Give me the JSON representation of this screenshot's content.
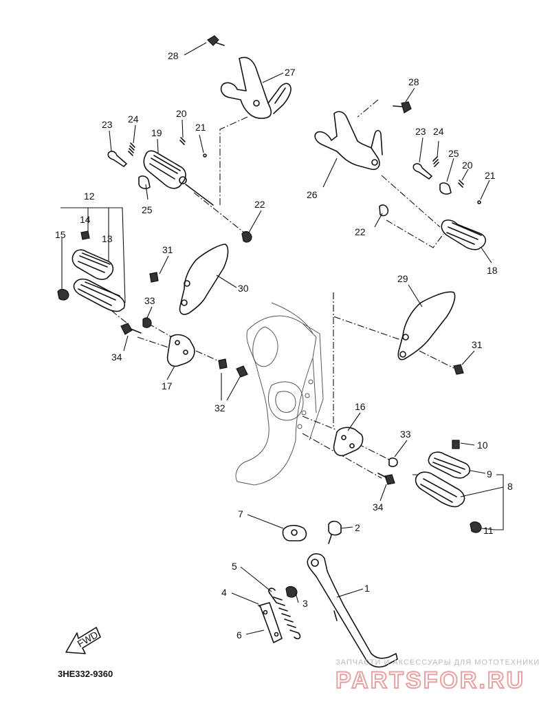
{
  "diagram": {
    "code": "3HE332-9360",
    "fwd_label": "FWD",
    "callouts": [
      {
        "n": "1"
      },
      {
        "n": "2"
      },
      {
        "n": "3"
      },
      {
        "n": "4"
      },
      {
        "n": "5"
      },
      {
        "n": "6"
      },
      {
        "n": "7"
      },
      {
        "n": "8"
      },
      {
        "n": "9"
      },
      {
        "n": "10"
      },
      {
        "n": "11"
      },
      {
        "n": "12"
      },
      {
        "n": "13"
      },
      {
        "n": "14"
      },
      {
        "n": "15"
      },
      {
        "n": "16"
      },
      {
        "n": "17"
      },
      {
        "n": "18"
      },
      {
        "n": "19"
      },
      {
        "n": "20"
      },
      {
        "n": "20"
      },
      {
        "n": "21"
      },
      {
        "n": "21"
      },
      {
        "n": "22"
      },
      {
        "n": "22"
      },
      {
        "n": "23"
      },
      {
        "n": "23"
      },
      {
        "n": "24"
      },
      {
        "n": "24"
      },
      {
        "n": "25"
      },
      {
        "n": "25"
      },
      {
        "n": "26"
      },
      {
        "n": "27"
      },
      {
        "n": "28"
      },
      {
        "n": "28"
      },
      {
        "n": "29"
      },
      {
        "n": "30"
      },
      {
        "n": "31"
      },
      {
        "n": "31"
      },
      {
        "n": "32"
      },
      {
        "n": "33"
      },
      {
        "n": "33"
      },
      {
        "n": "34"
      },
      {
        "n": "34"
      }
    ]
  },
  "watermark": {
    "tagline": "ЗАПЧАСТИ И АКСЕССУАРЫ ДЛЯ МОТОТЕХНИКИ",
    "brand": "PARTSFOR.RU"
  }
}
